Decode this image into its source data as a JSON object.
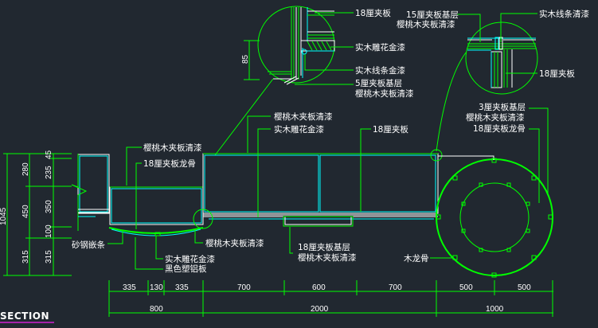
{
  "drawing": {
    "title": "SECTION",
    "colors": {
      "background": "#212830",
      "leader": "#00ff00",
      "outline": "#ffffff",
      "finish": "#00ffff",
      "title_underline": "#d020d0"
    },
    "detail_left": {
      "labels": [
        "18厘夹板",
        "实木雕花金漆",
        "实木线条金漆",
        "5厘夹板基层",
        "樱桃木夹板清漆"
      ],
      "dimension": "85"
    },
    "detail_right": {
      "labels": [
        "15厘夹板基层",
        "樱桃木夹板清漆",
        "实木线条清漆",
        "18厘夹板"
      ]
    },
    "section_labels": {
      "top_left": [
        "樱桃木夹板清漆",
        "18厘夹板龙骨"
      ],
      "top_center": [
        "樱桃木夹板清漆",
        "实木雕花金漆"
      ],
      "top_center_right": "18厘夹板",
      "top_right": [
        "3厘夹板基层",
        "樱桃木夹板清漆",
        "18厘夹板龙骨"
      ],
      "bottom_left": "砂钢嵌条",
      "bottom_center_left": [
        "实木雕花金漆",
        "黑色塑铝板"
      ],
      "bottom_center": "樱桃木夹板清漆",
      "bottom_center_right": [
        "18厘夹板基层",
        "樱桃木夹板清漆"
      ],
      "bottom_right": "木龙骨"
    },
    "vertical_dimensions": {
      "overall": "1045",
      "middle": [
        "280",
        "450",
        "315"
      ],
      "inner": [
        "45",
        "235",
        "350",
        "100",
        "315"
      ]
    },
    "horizontal_dimensions": {
      "row1": [
        "335",
        "130",
        "335",
        "700",
        "600",
        "700",
        "500",
        "500"
      ],
      "row2": [
        "800",
        "2000",
        "1000"
      ]
    }
  }
}
